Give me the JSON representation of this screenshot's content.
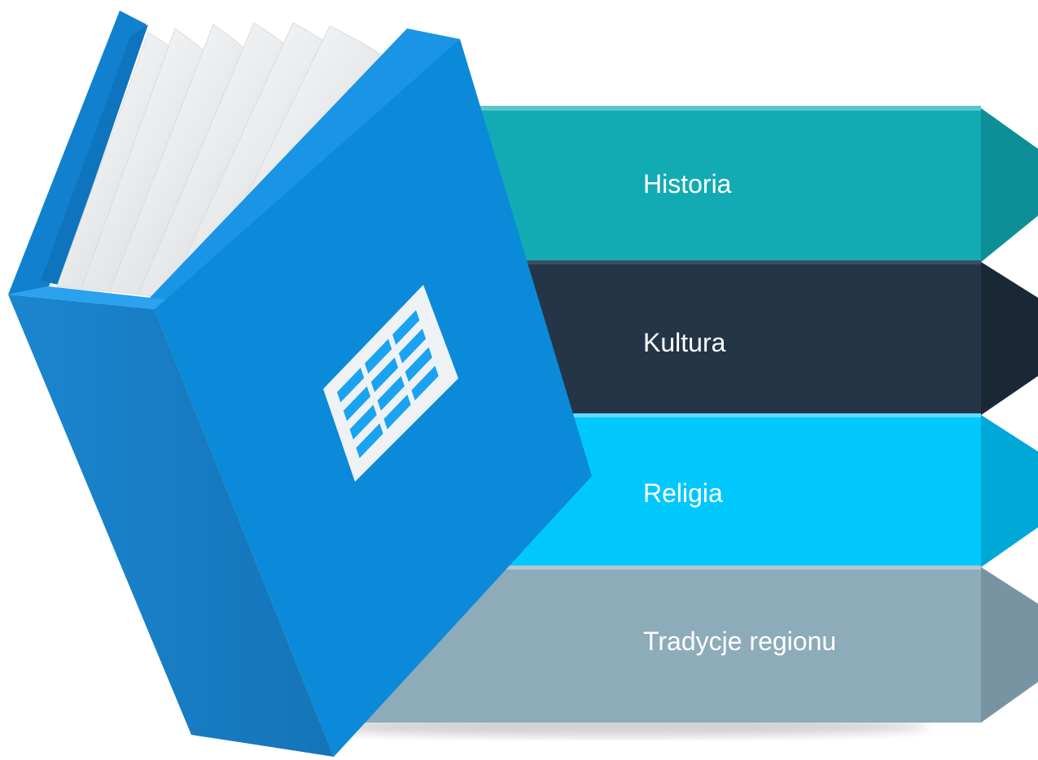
{
  "bars": [
    {
      "label": "Historia",
      "color": "#12abb4",
      "shade": "#0e8f97",
      "light": "#5ec5cb"
    },
    {
      "label": "Kultura",
      "color": "#233547",
      "shade": "#1a2836",
      "light": "#3a4e63"
    },
    {
      "label": "Religia",
      "color": "#00c8fd",
      "shade": "#00a8d8",
      "light": "#5fdcff"
    },
    {
      "label": "Tradycje regionu",
      "color": "#8eabba",
      "shade": "#7894a3",
      "light": "#b2c6d1"
    }
  ],
  "book": {
    "cover": "#0a8ad8",
    "spine": "#1a80c6",
    "icon": "table-grid-icon"
  }
}
